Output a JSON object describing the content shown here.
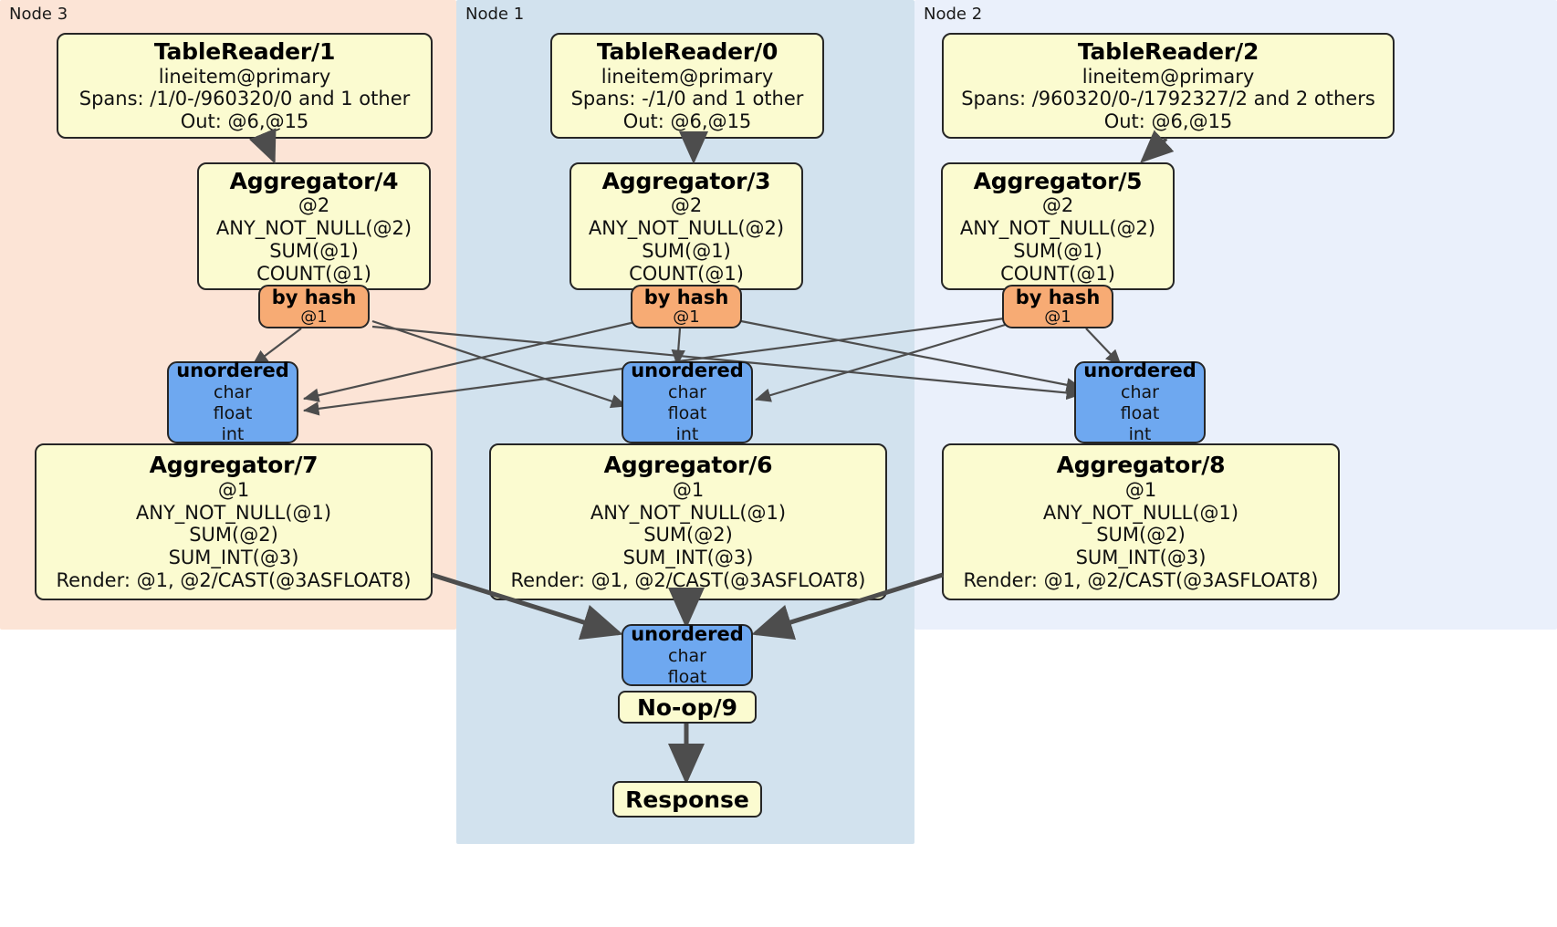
{
  "diagram": {
    "title": "DistSQL execution plan",
    "colors": {
      "node3_panel": "#fce4d6",
      "node1_panel": "#d2e2ee",
      "node2_panel": "#eaf0fb",
      "processor_fill": "#fbfbd0",
      "router_fill": "#f7ab74",
      "sync_fill": "#6ea8f0",
      "stroke": "#262626",
      "edge": "#4d4d4d"
    }
  },
  "panels": [
    {
      "id": "node3",
      "label": "Node 3"
    },
    {
      "id": "node1",
      "label": "Node 1"
    },
    {
      "id": "node2",
      "label": "Node 2"
    }
  ],
  "processors": {
    "table_reader_1": {
      "title": "TableReader/1",
      "lines": [
        "lineitem@primary",
        "Spans: /1/0-/960320/0 and 1 other",
        "Out: @6,@15"
      ]
    },
    "table_reader_0": {
      "title": "TableReader/0",
      "lines": [
        "lineitem@primary",
        "Spans: -/1/0 and 1 other",
        "Out: @6,@15"
      ]
    },
    "table_reader_2": {
      "title": "TableReader/2",
      "lines": [
        "lineitem@primary",
        "Spans: /960320/0-/1792327/2 and 2 others",
        "Out: @6,@15"
      ]
    },
    "aggregator_4": {
      "title": "Aggregator/4",
      "lines": [
        "@2",
        "ANY_NOT_NULL(@2)",
        "SUM(@1)",
        "COUNT(@1)"
      ]
    },
    "aggregator_3": {
      "title": "Aggregator/3",
      "lines": [
        "@2",
        "ANY_NOT_NULL(@2)",
        "SUM(@1)",
        "COUNT(@1)"
      ]
    },
    "aggregator_5": {
      "title": "Aggregator/5",
      "lines": [
        "@2",
        "ANY_NOT_NULL(@2)",
        "SUM(@1)",
        "COUNT(@1)"
      ]
    },
    "aggregator_7": {
      "title": "Aggregator/7",
      "lines": [
        "@1",
        "ANY_NOT_NULL(@1)",
        "SUM(@2)",
        "SUM_INT(@3)",
        "Render: @1, @2/CAST(@3ASFLOAT8)"
      ]
    },
    "aggregator_6": {
      "title": "Aggregator/6",
      "lines": [
        "@1",
        "ANY_NOT_NULL(@1)",
        "SUM(@2)",
        "SUM_INT(@3)",
        "Render: @1, @2/CAST(@3ASFLOAT8)"
      ]
    },
    "aggregator_8": {
      "title": "Aggregator/8",
      "lines": [
        "@1",
        "ANY_NOT_NULL(@1)",
        "SUM(@2)",
        "SUM_INT(@3)",
        "Render: @1, @2/CAST(@3ASFLOAT8)"
      ]
    },
    "noop_9": {
      "title": "No-op/9",
      "lines": []
    },
    "response": {
      "title": "Response",
      "lines": []
    }
  },
  "routers": {
    "hash_left": {
      "title": "by hash",
      "lines": [
        "@1"
      ]
    },
    "hash_mid": {
      "title": "by hash",
      "lines": [
        "@1"
      ]
    },
    "hash_right": {
      "title": "by hash",
      "lines": [
        "@1"
      ]
    }
  },
  "synchronizers": {
    "sync_left": {
      "title": "unordered",
      "lines": [
        "char",
        "float",
        "int"
      ]
    },
    "sync_mid": {
      "title": "unordered",
      "lines": [
        "char",
        "float",
        "int"
      ]
    },
    "sync_right": {
      "title": "unordered",
      "lines": [
        "char",
        "float",
        "int"
      ]
    },
    "sync_final": {
      "title": "unordered",
      "lines": [
        "char",
        "float"
      ]
    }
  }
}
